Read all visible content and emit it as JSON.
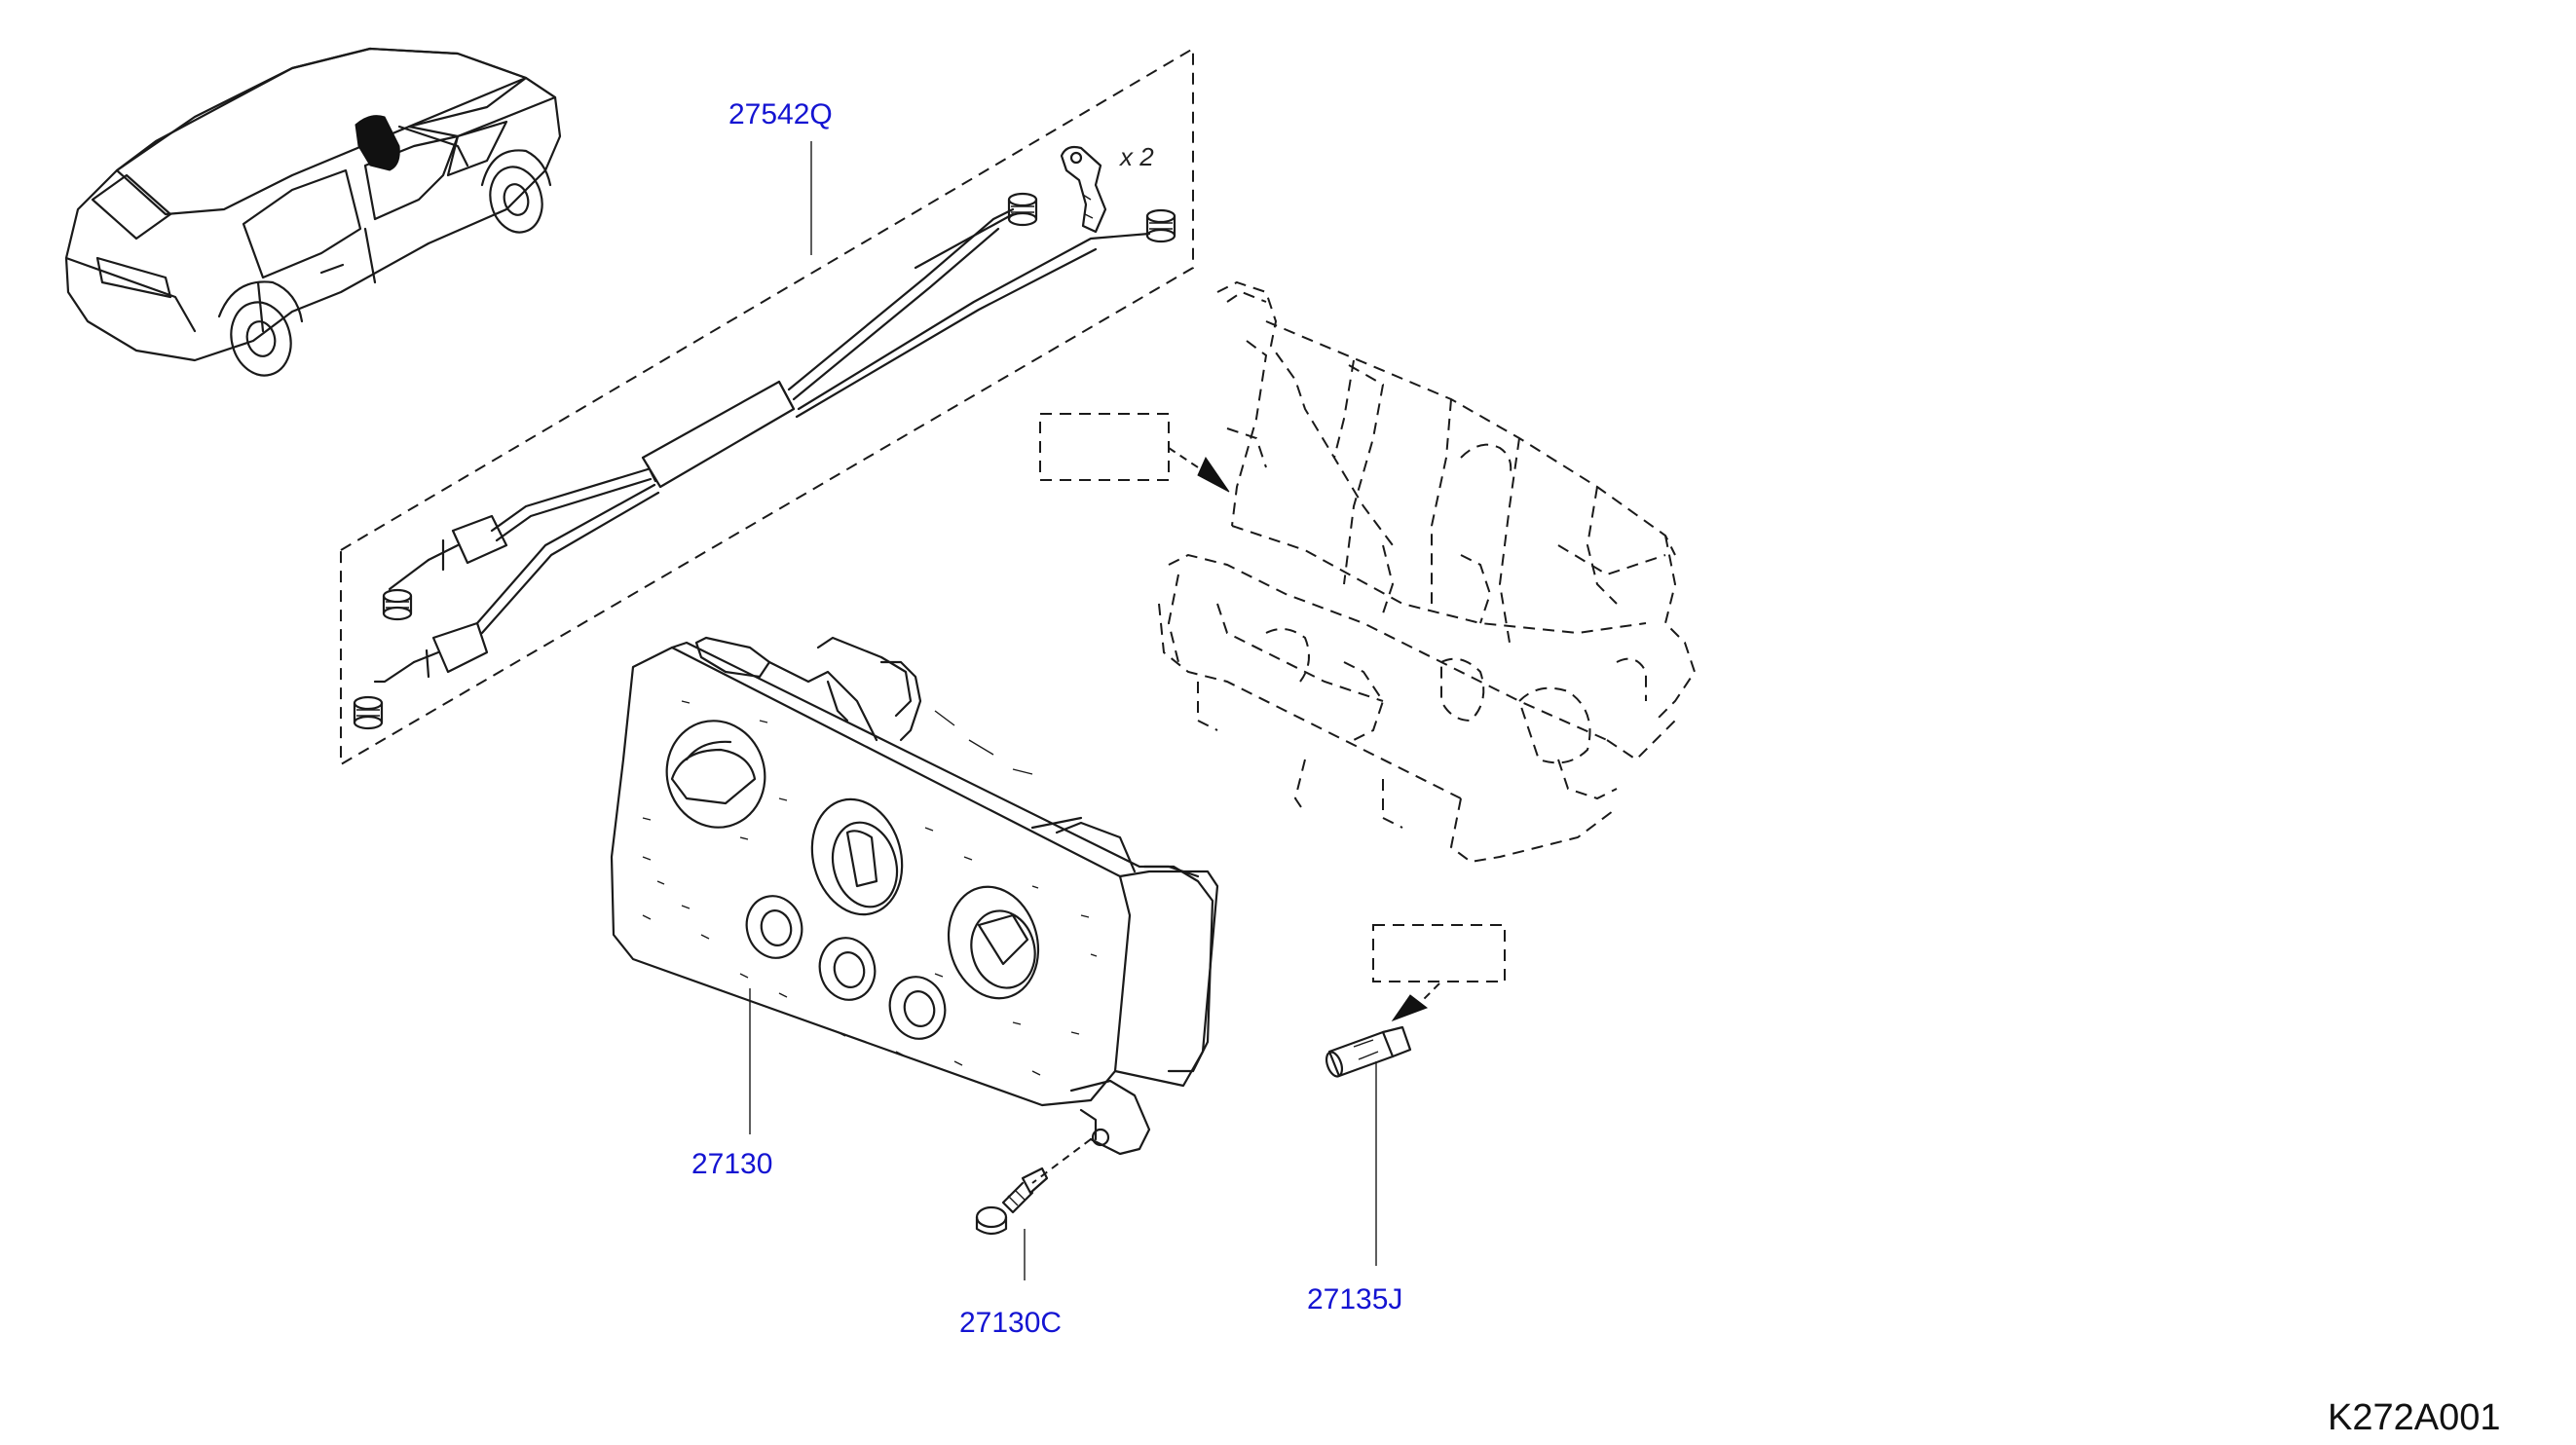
{
  "parts": [
    {
      "part_number": "27542Q"
    },
    {
      "part_number": "27130"
    },
    {
      "part_number": "27130C"
    },
    {
      "part_number": "27135J"
    }
  ],
  "quantity_note": "x 2",
  "diagram_code": "K272A001",
  "colors": {
    "label_blue": "#1414d2",
    "line": "#1a1a1a",
    "background": "#ffffff"
  }
}
